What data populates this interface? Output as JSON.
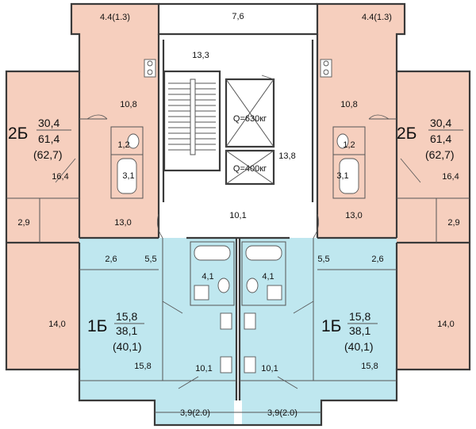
{
  "colors": {
    "apt_2b": "#f6cfbe",
    "apt_1b": "#bfe7ef",
    "common": "#ffffff",
    "wall": "#3a3a3a"
  },
  "apartments": {
    "left_2b": {
      "type": "2Б",
      "living": "30,4",
      "total": "61,4",
      "total_with_balcony": "(62,7)"
    },
    "right_2b": {
      "type": "2Б",
      "living": "30,4",
      "total": "61,4",
      "total_with_balcony": "(62,7)"
    },
    "left_1b": {
      "type": "1Б",
      "living": "15,8",
      "total": "38,1",
      "total_with_balcony": "(40,1)"
    },
    "right_1b": {
      "type": "1Б",
      "living": "15,8",
      "total": "38,1",
      "total_with_balcony": "(40,1)"
    }
  },
  "rooms": {
    "balcony_top_left": "4.4(1.3)",
    "balcony_top_right": "4.4(1.3)",
    "top_corridor": "7,6",
    "stair_landing": "13,3",
    "elevator_large": "Q=630кг",
    "elevator_small": "Q=400кг",
    "lift_hall": "13,8",
    "hall_center": "10,1",
    "kitchen_left_2b": "10,8",
    "kitchen_right_2b": "10,8",
    "wc_left_2b": "1,2",
    "wc_right_2b": "1,2",
    "bath_left_2b": "3,1",
    "bath_right_2b": "3,1",
    "room_left_2b": "16,4",
    "room_right_2b": "16,4",
    "storage_left_2b": "2,9",
    "storage_right_2b": "2,9",
    "room2_left_2b": "13,0",
    "room2_right_2b": "13,0",
    "storage_left_1b": "2,6",
    "storage_right_1b": "2,6",
    "hall_left_1b": "5,5",
    "hall_right_1b": "5,5",
    "bath_left_1b": "4,1",
    "bath_right_1b": "4,1",
    "room_left_1b_a": "14,0",
    "room_right_1b_a": "14,0",
    "room_left_1b_b": "15,8",
    "room_right_1b_b": "15,8",
    "kitchen_left_1b": "10,1",
    "kitchen_right_1b": "10,1",
    "balcony_bottom_left": "3,9(2.0)",
    "balcony_bottom_right": "3,9(2.0)"
  }
}
